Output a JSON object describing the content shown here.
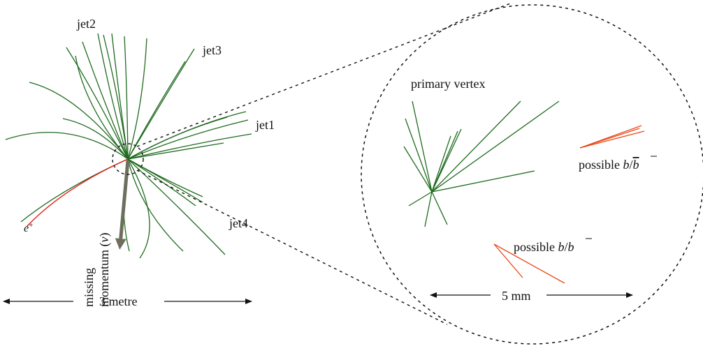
{
  "labels": {
    "jet1": "jet1",
    "jet2": "jet2",
    "jet3": "jet3",
    "jet4": "jet4",
    "positron_base": "e",
    "positron_sup": "+",
    "missing": "missing",
    "momentum": "momentum (",
    "nu": "ν",
    "momentum_close": ")",
    "primary_vertex": "primary vertex",
    "possible_1": "possible ",
    "possible_2": "possible ",
    "b_over_bbar_b": "b",
    "b_over_bbar_slash": "/",
    "b_over_bbar_bbar": "b",
    "scale_left": "3 metre",
    "scale_right": "5 mm"
  },
  "colors": {
    "track": "#1f6b1f",
    "electron": "#e8201a",
    "b_tracks": "#e84a1a",
    "missing_arrow": "#6e6e5e",
    "ink": "#111111"
  }
}
